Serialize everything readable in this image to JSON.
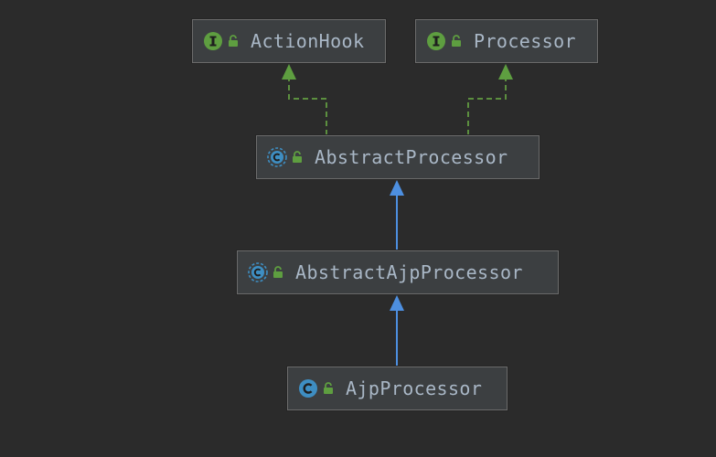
{
  "colors": {
    "background": "#2b2b2b",
    "node_fill": "#3c3f41",
    "node_border": "#6b6b6b",
    "label_text": "#a9b7c6",
    "interface_icon": "#5e9e40",
    "class_icon": "#3e8ec2",
    "lock_icon": "#5e9e40",
    "implements_edge": "#5c8f3f",
    "extends_edge": "#4d8fe0"
  },
  "nodes": {
    "action_hook": {
      "label": "ActionHook",
      "kind": "interface",
      "icon": "interface-icon"
    },
    "processor": {
      "label": "Processor",
      "kind": "interface",
      "icon": "interface-icon"
    },
    "abstract_processor": {
      "label": "AbstractProcessor",
      "kind": "abstract-class",
      "icon": "abstract-class-icon"
    },
    "abstract_ajp_processor": {
      "label": "AbstractAjpProcessor",
      "kind": "abstract-class",
      "icon": "abstract-class-icon"
    },
    "ajp_processor": {
      "label": "AjpProcessor",
      "kind": "class",
      "icon": "class-icon"
    }
  },
  "edges": [
    {
      "from": "abstract_processor",
      "to": "action_hook",
      "type": "implements"
    },
    {
      "from": "abstract_processor",
      "to": "processor",
      "type": "implements"
    },
    {
      "from": "abstract_ajp_processor",
      "to": "abstract_processor",
      "type": "extends"
    },
    {
      "from": "ajp_processor",
      "to": "abstract_ajp_processor",
      "type": "extends"
    }
  ]
}
